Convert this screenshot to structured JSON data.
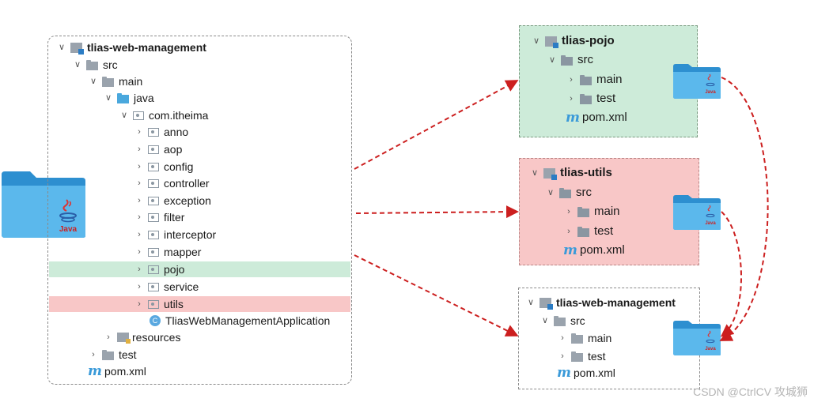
{
  "left_tree": {
    "root": "tlias-web-management",
    "src": "src",
    "main": "main",
    "java": "java",
    "package": "com.itheima",
    "subpackages": [
      "anno",
      "aop",
      "config",
      "controller",
      "exception",
      "filter",
      "interceptor",
      "mapper",
      "pojo",
      "service",
      "utils"
    ],
    "app_class": "TliasWebManagementApplication",
    "resources": "resources",
    "test": "test",
    "pom": "pom.xml"
  },
  "pojo_module": {
    "root": "tlias-pojo",
    "src": "src",
    "main": "main",
    "test": "test",
    "pom": "pom.xml"
  },
  "utils_module": {
    "root": "tlias-utils",
    "src": "src",
    "main": "main",
    "test": "test",
    "pom": "pom.xml"
  },
  "web_module": {
    "root": "tlias-web-management",
    "src": "src",
    "main": "main",
    "test": "test",
    "pom": "pom.xml"
  },
  "icons": {
    "java_folder": "java-folder-icon",
    "maven": "maven-icon",
    "class": "class-icon"
  },
  "java_folder_label": "Java",
  "class_icon_letter": "C",
  "maven_letter": "m",
  "watermark": "CSDN @CtrlCV 攻城狮",
  "colors": {
    "pojo_bg": "#cdebd9",
    "utils_bg": "#f8c7c7",
    "arrow": "#cc1f1f",
    "folder_blue": "#4aa8dd"
  }
}
